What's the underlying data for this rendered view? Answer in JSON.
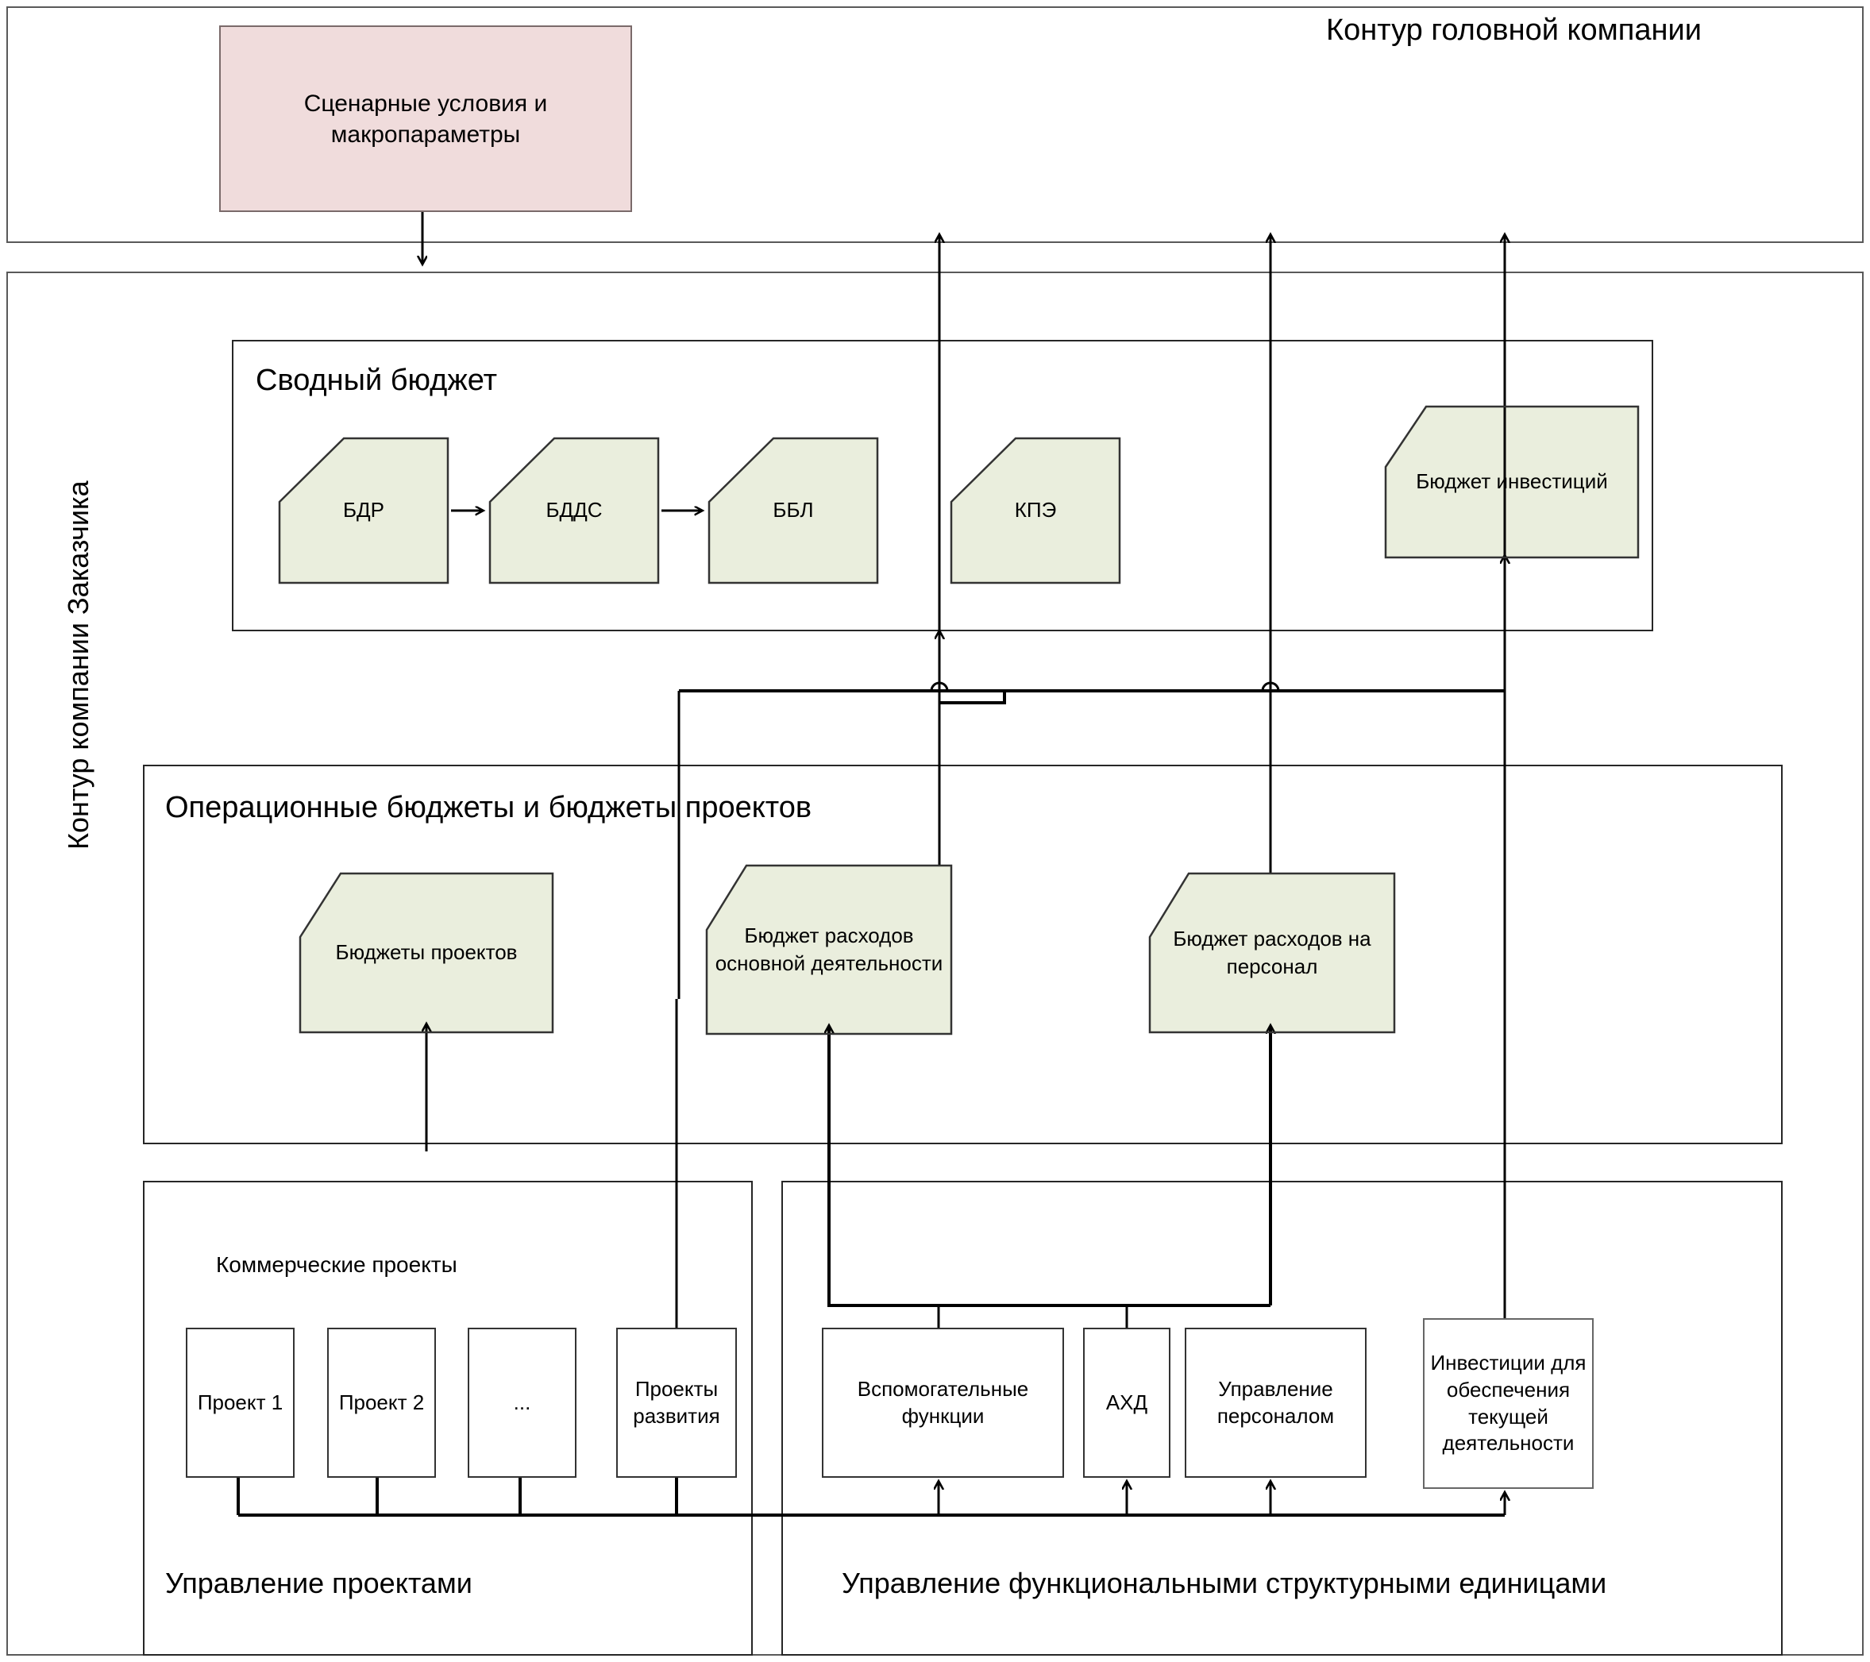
{
  "diagram": {
    "head_company_boundary_label": "Контур головной компании",
    "customer_company_boundary_label": "Контур компании Заказчика",
    "scenario_box": "Сценарные условия и макропараметры",
    "summary_budget": {
      "title": "Сводный бюджет",
      "items": [
        {
          "label": "БДР"
        },
        {
          "label": "БДДС"
        },
        {
          "label": "ББЛ"
        },
        {
          "label": "КПЭ"
        },
        {
          "label": "Бюджет инвестиций"
        }
      ]
    },
    "operational_budgets": {
      "title": "Операционные бюджеты и бюджеты проектов",
      "items": [
        {
          "label": "Бюджеты проектов"
        },
        {
          "label": "Бюджет расходов основной деятельности"
        },
        {
          "label": "Бюджет расходов на персонал"
        }
      ]
    },
    "project_management": {
      "title": "Управление проектами",
      "group_label": "Коммерческие проекты",
      "items": [
        {
          "label": "Проект 1"
        },
        {
          "label": "Проект 2"
        },
        {
          "label": "..."
        },
        {
          "label": "Проекты развития"
        }
      ]
    },
    "functional_management": {
      "title": "Управление функциональными структурными единицами",
      "items": [
        {
          "label": "Вспомогательные функции"
        },
        {
          "label": "АХД"
        },
        {
          "label": "Управление персоналом"
        },
        {
          "label": "Инвестиции для обеспечения текущей деятельности"
        }
      ]
    },
    "colors": {
      "scenario_fill": "#F0DCDC",
      "budget_fill": "#EAEEDD",
      "outline": "#595959",
      "connector": "#000000"
    }
  }
}
